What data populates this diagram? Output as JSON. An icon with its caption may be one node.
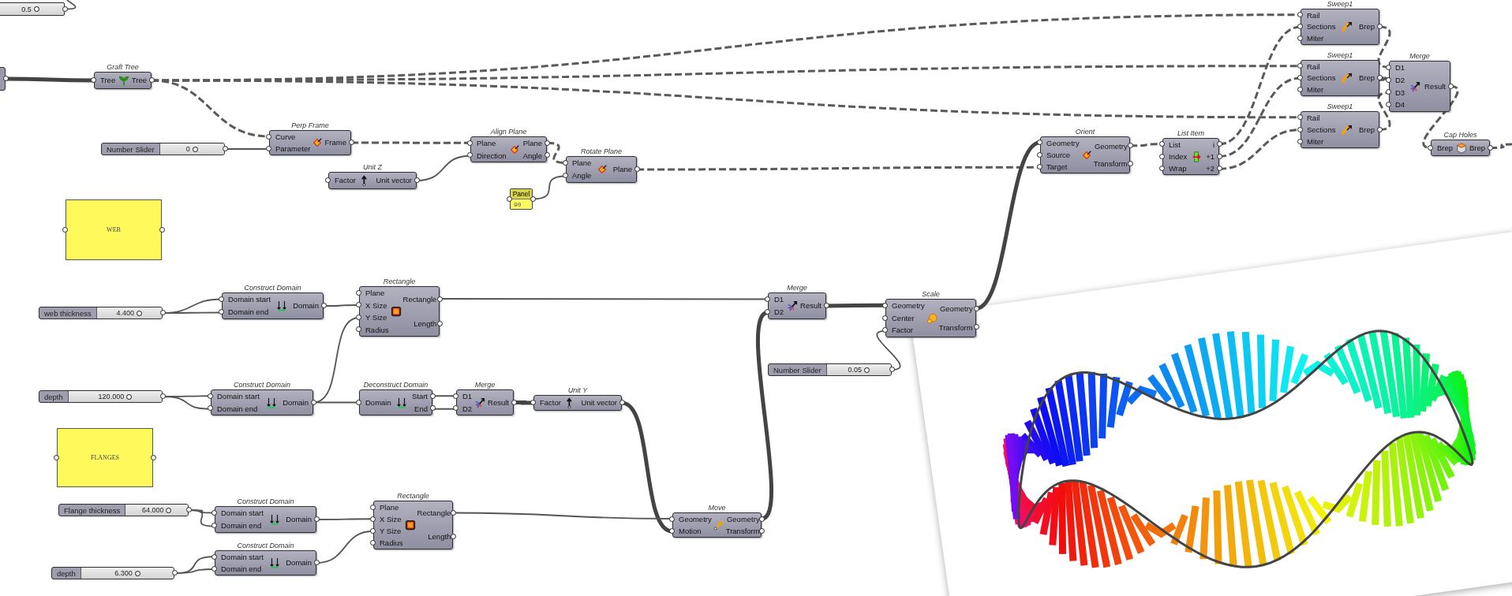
{
  "diagram": {
    "nodes": [
      {
        "text": [
          "0.5"
        ]
      },
      {
        "text": [],
        "shape": "box"
      },
      {
        "text": [
          "Graft Tree",
          "Tree",
          "Tree"
        ]
      },
      {
        "text": [
          "Perp Frame",
          "Curve",
          "Parameter",
          "Frame"
        ]
      },
      {
        "text": [
          "Number Slider",
          "0"
        ]
      },
      {
        "text": [
          "Align Plane",
          "Plane",
          "Direction",
          "Plane",
          "Angle"
        ]
      },
      {
        "text": [
          "Unit Z",
          "Factor",
          "Unit vector"
        ]
      },
      {
        "text": [
          "Rotate Plane",
          "Plane",
          "Angle",
          "Plane"
        ]
      },
      {
        "text": [
          "Panel",
          "90"
        ]
      },
      {
        "text": [
          "WEB"
        ]
      },
      {
        "text": [
          "Orient",
          "Geometry",
          "Source",
          "Target",
          "Geometry",
          "Transform"
        ]
      },
      {
        "text": [
          "List Item",
          "List",
          "Index",
          "Wrap",
          "i",
          "+1",
          "+2"
        ]
      },
      {
        "text": [
          "Sweep1",
          "Rail",
          "Sections",
          "Miter",
          "Brep"
        ]
      },
      {
        "text": [
          "Sweep1",
          "Rail",
          "Sections",
          "Miter",
          "Brep"
        ]
      },
      {
        "text": [
          "Sweep1",
          "Rail",
          "Sections",
          "Miter",
          "Brep"
        ]
      },
      {
        "text": [
          "Merge",
          "D1",
          "D2",
          "D3",
          "D4",
          "Result"
        ]
      },
      {
        "text": [
          "Cap Holes",
          "Brep",
          "Brep"
        ]
      },
      {
        "text": [
          "web thickness",
          "4.400"
        ]
      },
      {
        "text": [
          "Construct Domain",
          "Domain start",
          "Domain end",
          "Domain"
        ]
      },
      {
        "text": [
          "Rectangle",
          "Plane",
          "X Size",
          "Y Size",
          "Radius",
          "Rectangle",
          "Length"
        ]
      },
      {
        "text": [
          "depth",
          "120.000"
        ]
      },
      {
        "text": [
          "Construct Domain",
          "Domain start",
          "Domain end",
          "Domain"
        ]
      },
      {
        "text": [
          "Deconstruct Domain",
          "Domain",
          "Start",
          "End"
        ]
      },
      {
        "text": [
          "Merge",
          "D1",
          "D2",
          "Result"
        ]
      },
      {
        "text": [
          "Unit Y",
          "Factor",
          "Unit vector"
        ]
      },
      {
        "text": [
          "FLANGES"
        ]
      },
      {
        "text": [
          "Flange thickness",
          "64.000"
        ]
      },
      {
        "text": [
          "Construct Domain",
          "Domain start",
          "Domain end",
          "Domain"
        ]
      },
      {
        "text": [
          "Rectangle",
          "Plane",
          "X Size",
          "Y Size",
          "Radius",
          "Rectangle",
          "Length"
        ]
      },
      {
        "text": [
          "depth",
          "6.300"
        ]
      },
      {
        "text": [
          "Construct Domain",
          "Domain start",
          "Domain end",
          "Domain"
        ]
      },
      {
        "text": [
          "Move",
          "Geometry",
          "Motion",
          "Geometry",
          "Transform"
        ]
      },
      {
        "text": [
          "Merge",
          "D1",
          "D2",
          "Result"
        ]
      },
      {
        "text": [
          "Scale",
          "Geometry",
          "Center",
          "Factor",
          "Geometry",
          "Transform"
        ]
      },
      {
        "text": [
          "Number Slider",
          "0.05"
        ]
      }
    ],
    "edges": [
      {
        "from": 0,
        "to": null,
        "arrow": "none"
      },
      {
        "from": 1,
        "to": 2,
        "arrow": "none",
        "style": "thick"
      },
      {
        "from": 2,
        "to": 12,
        "arrow": "none",
        "style": "dashed"
      },
      {
        "from": 2,
        "to": 13,
        "arrow": "none",
        "style": "dashed"
      },
      {
        "from": 2,
        "to": 14,
        "arrow": "none",
        "style": "dashed"
      },
      {
        "from": 2,
        "to": 3,
        "arrow": "none",
        "style": "dashed"
      },
      {
        "from": 4,
        "to": 3,
        "arrow": "none"
      },
      {
        "from": 3,
        "to": 5,
        "arrow": "none",
        "style": "dashed"
      },
      {
        "from": 6,
        "to": 5,
        "arrow": "none"
      },
      {
        "from": 5,
        "to": 7,
        "arrow": "none",
        "style": "dashed"
      },
      {
        "from": 8,
        "to": 7,
        "arrow": "none"
      },
      {
        "from": 7,
        "to": 10,
        "arrow": "none",
        "style": "dashed"
      },
      {
        "from": 10,
        "to": 11,
        "arrow": "none",
        "style": "dashed"
      },
      {
        "from": 11,
        "to": 12,
        "arrow": "none",
        "style": "dashed"
      },
      {
        "from": 11,
        "to": 13,
        "arrow": "none",
        "style": "dashed"
      },
      {
        "from": 11,
        "to": 14,
        "arrow": "none",
        "style": "dashed"
      },
      {
        "from": 12,
        "to": 15,
        "arrow": "none",
        "style": "dashed"
      },
      {
        "from": 13,
        "to": 15,
        "arrow": "none",
        "style": "dashed"
      },
      {
        "from": 14,
        "to": 15,
        "arrow": "none",
        "style": "dashed"
      },
      {
        "from": 15,
        "to": 16,
        "arrow": "none",
        "style": "dashed"
      },
      {
        "from": 16,
        "to": null,
        "arrow": "none",
        "style": "dashed"
      },
      {
        "from": 17,
        "to": 18,
        "arrow": "none"
      },
      {
        "from": 17,
        "to": 18,
        "arrow": "none"
      },
      {
        "from": 18,
        "to": 19,
        "arrow": "none"
      },
      {
        "from": 21,
        "to": 19,
        "arrow": "none"
      },
      {
        "from": 20,
        "to": 21,
        "arrow": "none"
      },
      {
        "from": 20,
        "to": 21,
        "arrow": "none"
      },
      {
        "from": 21,
        "to": 22,
        "arrow": "none"
      },
      {
        "from": 22,
        "to": 23,
        "arrow": "none"
      },
      {
        "from": 22,
        "to": 23,
        "arrow": "none"
      },
      {
        "from": 23,
        "to": 24,
        "arrow": "none",
        "style": "thick"
      },
      {
        "from": 24,
        "to": 31,
        "arrow": "none",
        "style": "thick"
      },
      {
        "from": 19,
        "to": 32,
        "arrow": "none"
      },
      {
        "from": 31,
        "to": 32,
        "arrow": "none",
        "style": "thick"
      },
      {
        "from": 32,
        "to": 33,
        "arrow": "none",
        "style": "thick"
      },
      {
        "from": 34,
        "to": 33,
        "arrow": "none"
      },
      {
        "from": 33,
        "to": 10,
        "arrow": "none",
        "style": "thick"
      },
      {
        "from": 26,
        "to": 27,
        "arrow": "none"
      },
      {
        "from": 26,
        "to": 27,
        "arrow": "none"
      },
      {
        "from": 27,
        "to": 28,
        "arrow": "none"
      },
      {
        "from": 29,
        "to": 30,
        "arrow": "none"
      },
      {
        "from": 29,
        "to": 30,
        "arrow": "none"
      },
      {
        "from": 30,
        "to": 28,
        "arrow": "none"
      },
      {
        "from": 28,
        "to": 31,
        "arrow": "none"
      }
    ]
  }
}
